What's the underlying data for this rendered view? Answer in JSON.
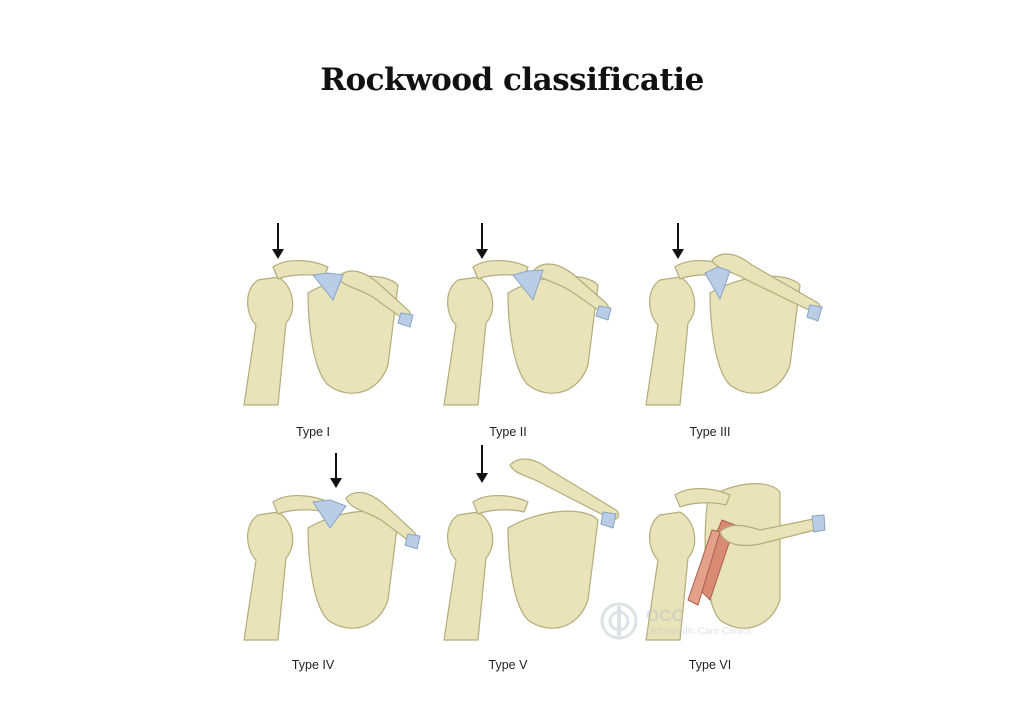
{
  "title": "Rockwood classificatie",
  "panels": [
    {
      "label": "Type I"
    },
    {
      "label": "Type II"
    },
    {
      "label": "Type III"
    },
    {
      "label": "Type IV"
    },
    {
      "label": "Type V"
    },
    {
      "label": "Type VI"
    }
  ],
  "watermark": {
    "name": "OCC",
    "subtitle": "Orthopedic Care Clinics"
  },
  "colors": {
    "bone": "#e8e3b8",
    "bone_outline": "#b3ad7c",
    "ligament": "#b9cde6",
    "muscle": "#d98a73",
    "arrow": "#111111"
  },
  "icons": [
    "downward-arrow-icon",
    "occ-logo-icon"
  ]
}
